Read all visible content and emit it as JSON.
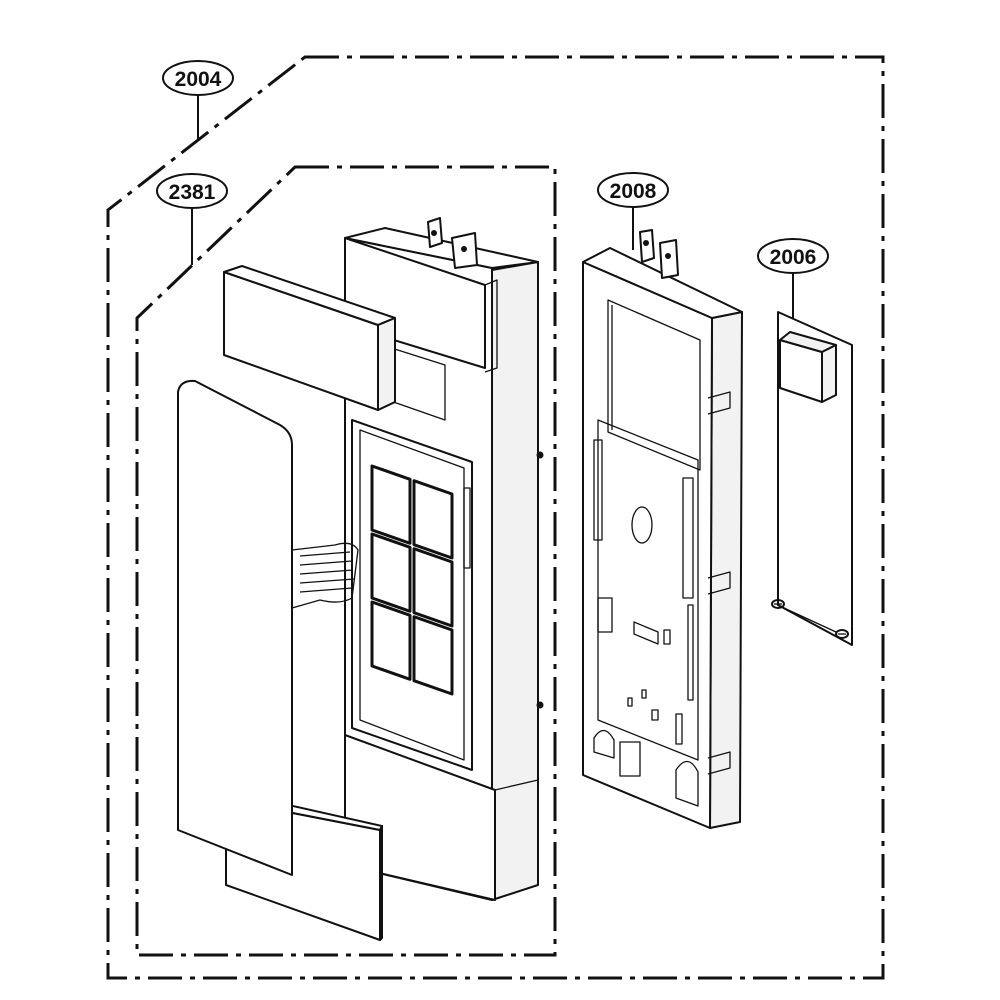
{
  "callouts": {
    "assembly_outer": "2004",
    "control_panel_assembly": "2381",
    "panel_frame": "2008",
    "pcb_assembly": "2006"
  }
}
